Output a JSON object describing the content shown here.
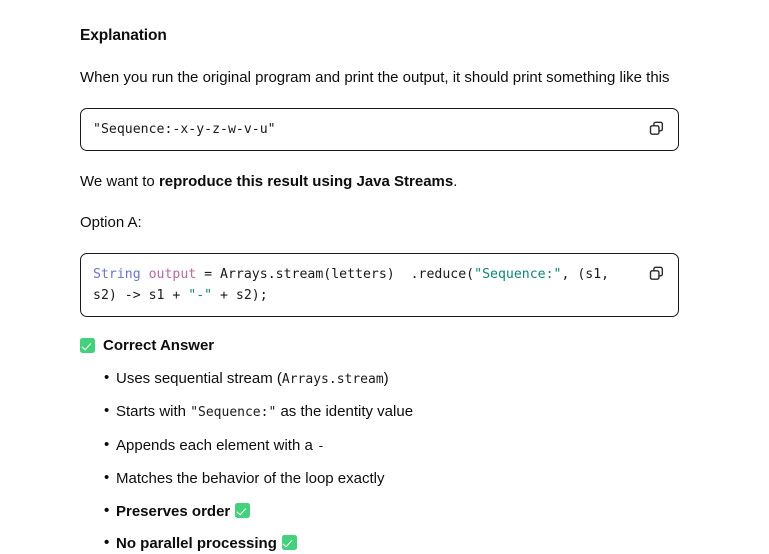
{
  "explanation": {
    "heading": "Explanation",
    "intro": {
      "text": "When you run the original program and print the output, it should print something like this"
    }
  },
  "output_code_block": {
    "code": "\"Sequence:-x-y-z-w-v-u\"",
    "copy_icon": "copy-icon"
  },
  "reproduce_line": {
    "prefix": "We want to ",
    "bold": "reproduce this result using Java Streams",
    "suffix": "."
  },
  "option": {
    "label": "Option A:"
  },
  "option_code_block": {
    "tokens": [
      {
        "text": "String",
        "style": "type"
      },
      {
        "text": " ",
        "style": "plain"
      },
      {
        "text": "output",
        "style": "var"
      },
      {
        "text": " = Arrays.stream(letters)  .reduce(",
        "style": "plain"
      },
      {
        "text": "\"Sequence:\"",
        "style": "string"
      },
      {
        "text": ", (s1, s2) -> s1 + ",
        "style": "plain"
      },
      {
        "text": "\"-\"",
        "style": "string"
      },
      {
        "text": " + s2);",
        "style": "plain"
      }
    ],
    "plain_code": "String output = Arrays.stream(letters)  .reduce(\"Sequence:\", (s1, s2) -> s1 + \"-\" + s2);",
    "copy_icon": "copy-icon"
  },
  "answer": {
    "icon": "white-check-mark",
    "title": "Correct Answer",
    "bullets": [
      {
        "bold": false,
        "parts": [
          {
            "text": "Uses sequential stream (",
            "code": false
          },
          {
            "text": "Arrays.stream",
            "code": true
          },
          {
            "text": ")",
            "code": false
          }
        ]
      },
      {
        "bold": false,
        "parts": [
          {
            "text": "Starts with ",
            "code": false
          },
          {
            "text": "\"Sequence:\"",
            "code": true
          },
          {
            "text": " as the identity value",
            "code": false
          }
        ]
      },
      {
        "bold": false,
        "parts": [
          {
            "text": "Appends each element with a ",
            "code": false
          },
          {
            "text": "-",
            "code": true
          }
        ]
      },
      {
        "bold": false,
        "parts": [
          {
            "text": "Matches the behavior of the loop exactly",
            "code": false
          }
        ]
      },
      {
        "bold": true,
        "check": true,
        "parts": [
          {
            "text": "Preserves order",
            "code": false
          }
        ]
      },
      {
        "bold": true,
        "check": true,
        "parts": [
          {
            "text": "No parallel processing",
            "code": false
          }
        ]
      }
    ]
  },
  "colors": {
    "check_green": "#44d07c",
    "token_type": "#6a77c4",
    "token_var": "#b36ba0",
    "token_string": "#118577",
    "border": "#1a1a1a",
    "text": "#0d0d0d"
  }
}
